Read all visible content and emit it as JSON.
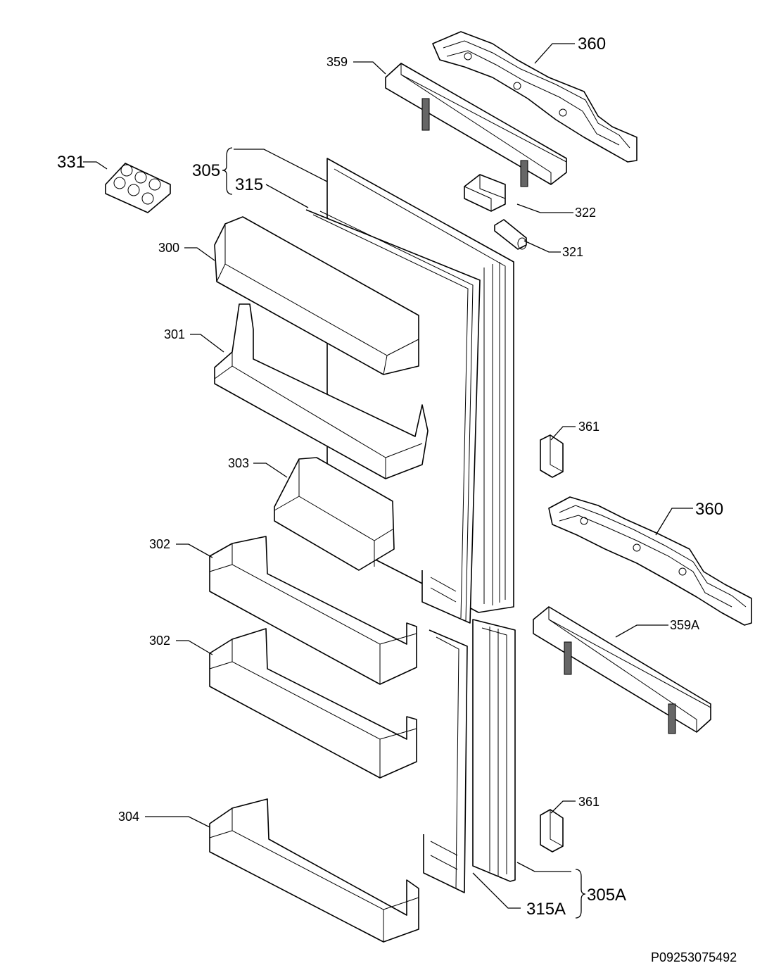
{
  "labels": {
    "l359": "359",
    "l360a": "360",
    "l331": "331",
    "l305": "305",
    "l315": "315",
    "l322": "322",
    "l321": "321",
    "l300": "300",
    "l301": "301",
    "l303": "303",
    "l361a": "361",
    "l360b": "360",
    "l302a": "302",
    "l359A": "359A",
    "l302b": "302",
    "l361b": "361",
    "l304": "304",
    "l305A": "305A",
    "l315A": "315A"
  },
  "reference": "P09253075492"
}
